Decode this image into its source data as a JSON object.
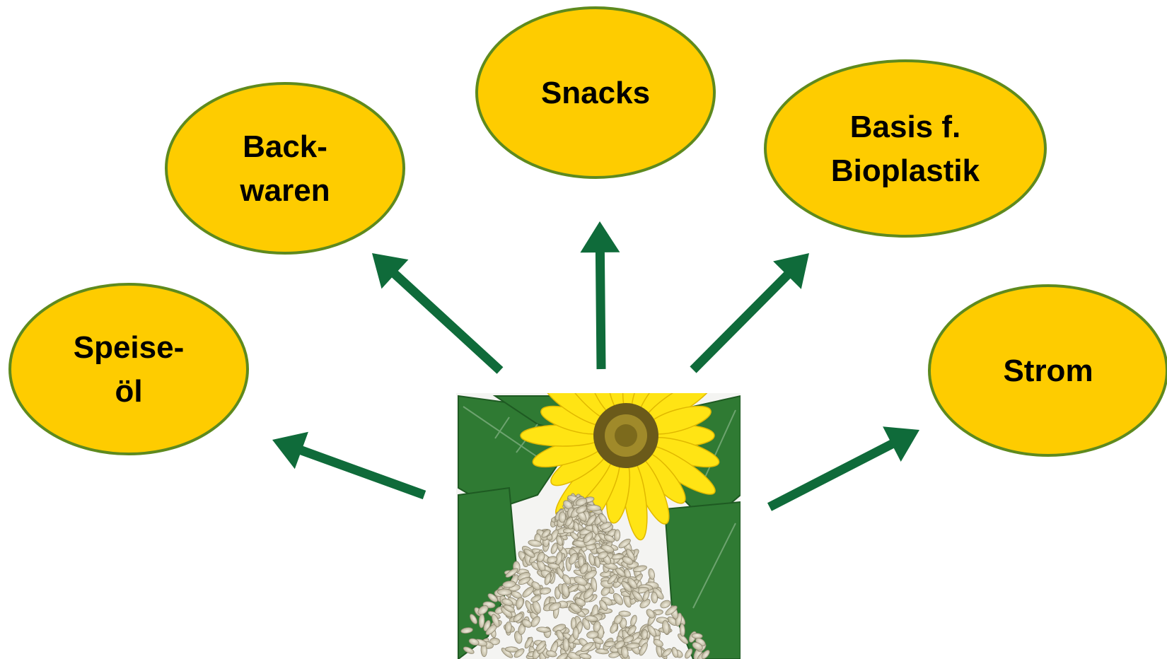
{
  "colors": {
    "node_fill": "#FECC00",
    "node_stroke": "#5E8A1E",
    "arrow": "#0F6B3A",
    "leaf": "#2E7D32",
    "petal": "#FFE414",
    "seed": "#D8D2B8"
  },
  "center_image": {
    "icon": "sunflower-with-seeds-photo"
  },
  "nodes": [
    {
      "id": "speiseoel",
      "lines": [
        "Speise-",
        "öl"
      ]
    },
    {
      "id": "backwaren",
      "lines": [
        "Back-",
        "waren"
      ]
    },
    {
      "id": "snacks",
      "lines": [
        "Snacks"
      ]
    },
    {
      "id": "bioplastik",
      "lines": [
        "Basis f.",
        "Bioplastik"
      ]
    },
    {
      "id": "strom",
      "lines": [
        "Strom"
      ]
    }
  ]
}
